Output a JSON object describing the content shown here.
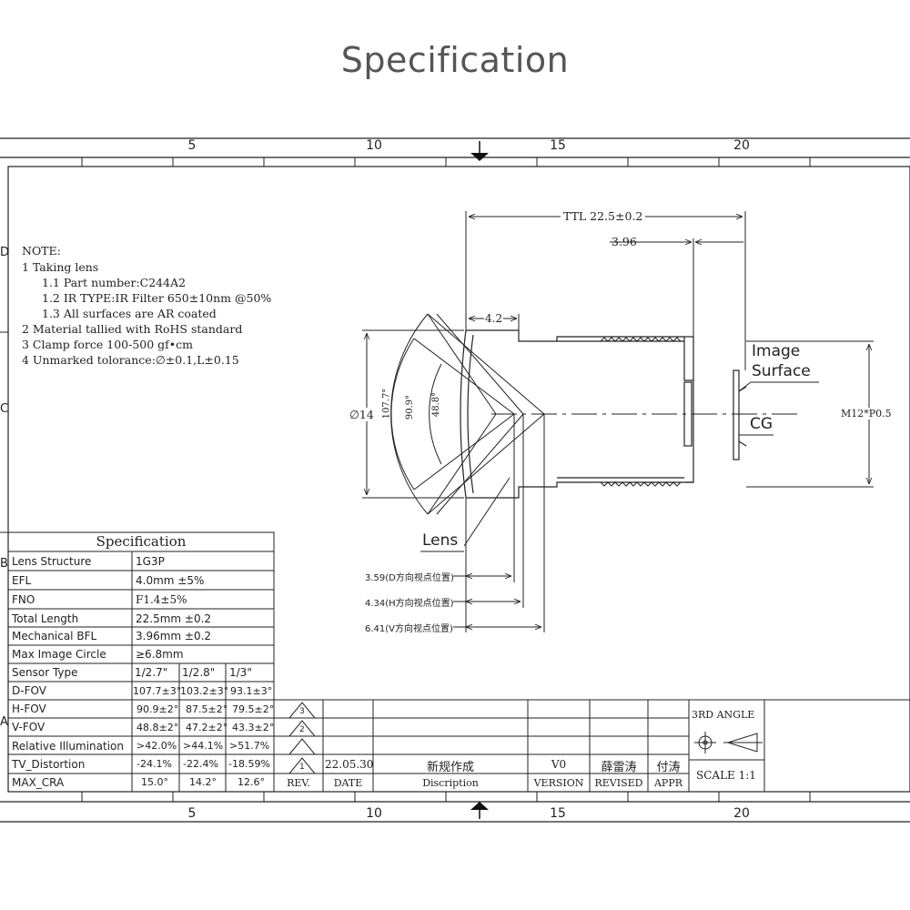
{
  "title": "Specification",
  "column_numbers": [
    "5",
    "10",
    "15",
    "20"
  ],
  "row_letters": [
    "D",
    "C",
    "B",
    "A"
  ],
  "notes": [
    "NOTE:",
    "1 Taking lens",
    "1.1 Part number:C244A2",
    "1.2 IR TYPE:IR Filter 650±10nm @50%",
    "1.3 All surfaces are AR coated",
    "2 Material tallied with RoHS standard",
    "3 Clamp force 100-500 gf•cm",
    "4 Unmarked tolorance:∅±0.1,L±0.15"
  ],
  "dimensions": {
    "ttl": "TTL 22.5±0.2",
    "bfl": "3.96",
    "front": "4.2",
    "diameter": "∅14",
    "thread": "M12*P0.5",
    "fov_outer": "107.7°",
    "fov_mid": "90.9°",
    "fov_inner": "48.8°",
    "d_dist": "3.59(D方向视点位置)",
    "h_dist": "4.34(H方向视点位置)",
    "v_dist": "6.41(V方向视点位置)"
  },
  "callouts": {
    "image": "Image",
    "surface": "Surface",
    "cg": "CG",
    "lens": "Lens"
  },
  "spec_table": {
    "header": "Specification",
    "rows": [
      {
        "label": "Lens Structure",
        "value": "1G3P"
      },
      {
        "label": "EFL",
        "value": "4.0mm ±5%"
      },
      {
        "label": "FNO",
        "value": "F1.4±5%"
      },
      {
        "label": "Total Length",
        "value": "22.5mm ±0.2"
      },
      {
        "label": "Mechanical BFL",
        "value": "3.96mm ±0.2"
      },
      {
        "label": "Max Image Circle",
        "value": "≥6.8mm"
      }
    ],
    "multi_rows": [
      {
        "label": "Sensor Type",
        "values": [
          "1/2.7\"",
          "1/2.8\"",
          "1/3\""
        ]
      },
      {
        "label": "D-FOV",
        "values": [
          "107.7±3°",
          "103.2±3°",
          "93.1±3°"
        ]
      },
      {
        "label": "H-FOV",
        "values": [
          "90.9±2°",
          "87.5±2°",
          "79.5±2°"
        ]
      },
      {
        "label": "V-FOV",
        "values": [
          "48.8±2°",
          "47.2±2°",
          "43.3±2°"
        ]
      },
      {
        "label": "Relative Illumination",
        "values": [
          ">42.0%",
          ">44.1%",
          ">51.7%"
        ]
      },
      {
        "label": "TV_Distortion",
        "values": [
          "-24.1%",
          "-22.4%",
          "-18.59%"
        ]
      },
      {
        "label": "MAX_CRA",
        "values": [
          "15.0°",
          "14.2°",
          "12.6°"
        ]
      }
    ]
  },
  "revision_block": {
    "rev_marks": [
      "3",
      "2",
      "1"
    ],
    "date": "22.05.30",
    "description": "新规作成",
    "version": "V0",
    "revised": "薛雷涛",
    "appr": "付涛",
    "headers": {
      "rev": "REV.",
      "date": "DATE",
      "description": "Discription",
      "version": "VERSION",
      "revised": "REVISED",
      "appr": "APPR"
    },
    "third_angle": "3RD ANGLE",
    "scale": "SCALE 1:1"
  }
}
